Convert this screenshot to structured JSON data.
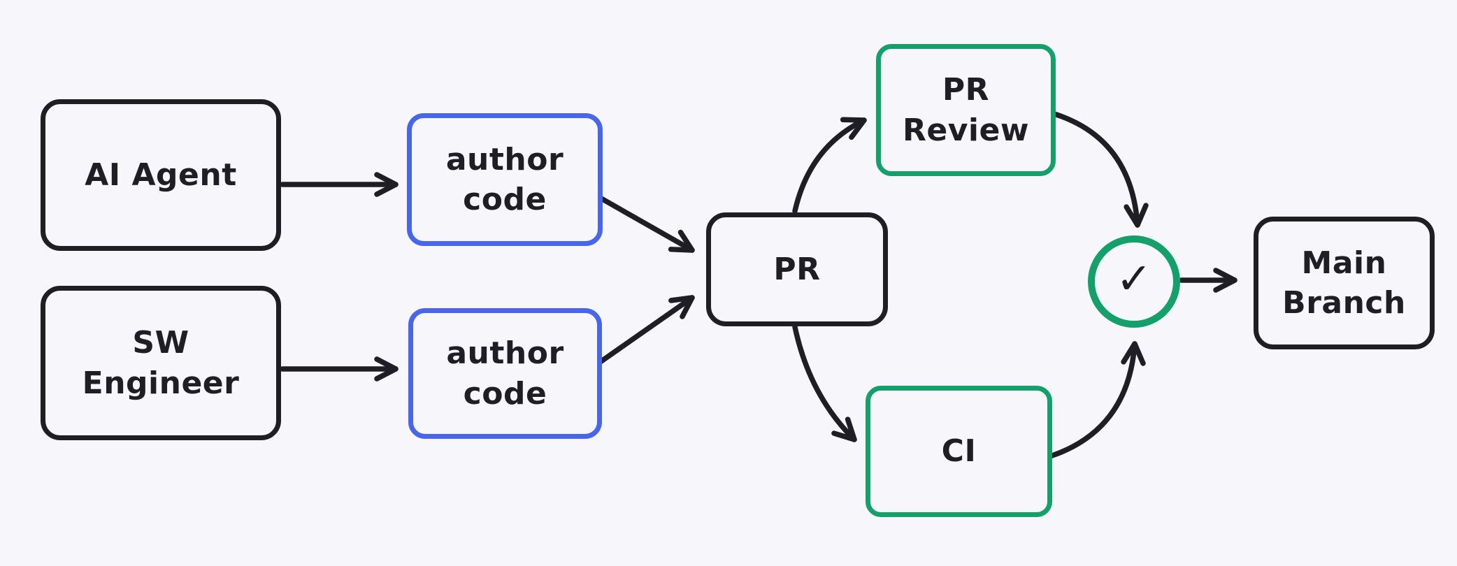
{
  "canvas": {
    "background_color": "#f7f7fb",
    "stroke_black": "#1e1e24",
    "stroke_blue": "#4766ec",
    "stroke_green": "#14a06b"
  },
  "nodes": {
    "ai_agent": {
      "label": "AI Agent"
    },
    "sw_engineer": {
      "label": "SW\nEngineer"
    },
    "author_code_top": {
      "label": "author\ncode"
    },
    "author_code_bottom": {
      "label": "author\ncode"
    },
    "pr": {
      "label": "PR"
    },
    "pr_review": {
      "label": "PR\nReview"
    },
    "ci": {
      "label": "CI"
    },
    "checks_passed": {
      "check_icon": "✓"
    },
    "main_branch": {
      "label": "Main\nBranch"
    }
  }
}
